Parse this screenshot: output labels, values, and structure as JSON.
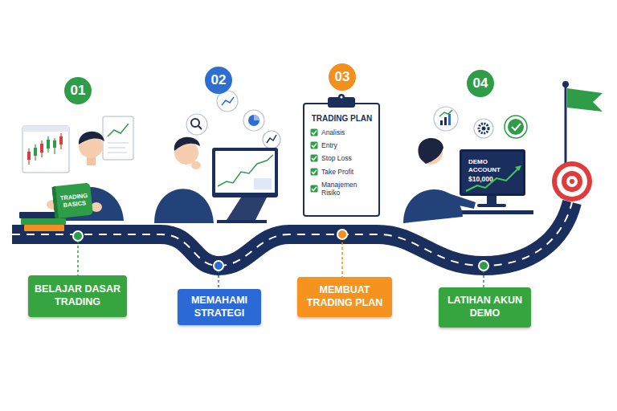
{
  "diagram": {
    "nodes": [
      {
        "text": [
          "01"
        ]
      },
      {
        "text": [
          "TRADING BASICS"
        ]
      },
      {
        "text": [
          "BELAJAR DASAR TRADING"
        ]
      },
      {
        "text": [
          "02"
        ]
      },
      {
        "text": [
          "MEMAHAMI STRATEGI"
        ]
      },
      {
        "text": [
          "03"
        ]
      },
      {
        "text": [
          "TRADING PLAN",
          "Analisis",
          "Entry",
          "Stop Loss",
          "Take Profit",
          "Manajemen Risiko"
        ]
      },
      {
        "text": [
          "MEMBUAT TRADING PLAN"
        ]
      },
      {
        "text": [
          "04"
        ]
      },
      {
        "text": [
          "DEMO ACCOUNT",
          "$10,000"
        ]
      },
      {
        "text": [
          "LATIHAN AKUN DEMO"
        ]
      }
    ]
  }
}
